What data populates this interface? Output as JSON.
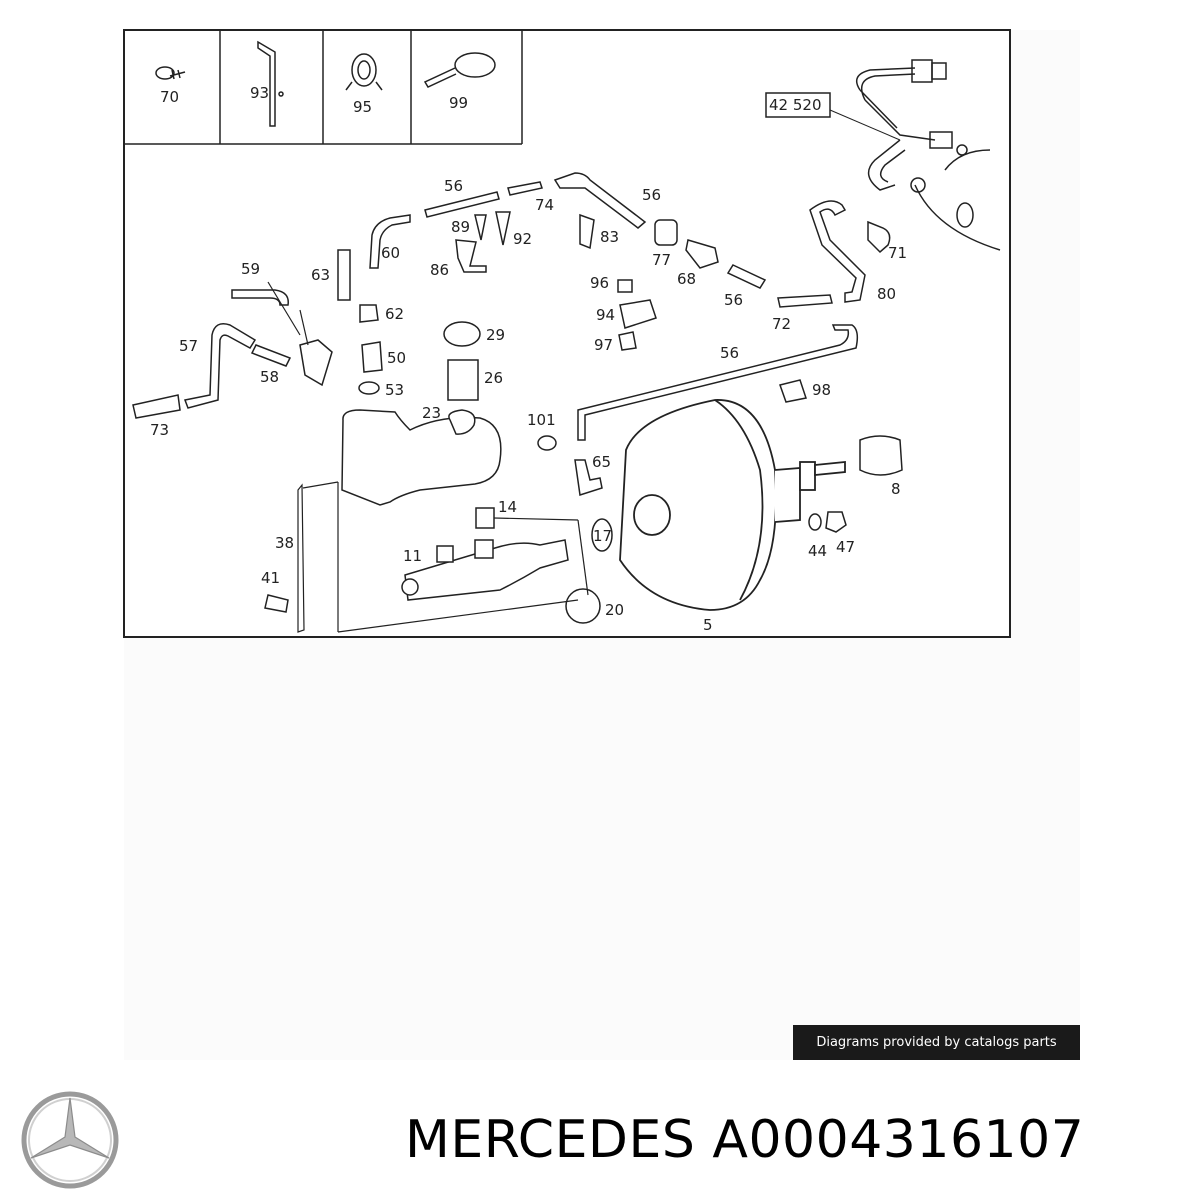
{
  "diagram": {
    "callouts": [
      "70",
      "93",
      "95",
      "99",
      "42 520",
      "56",
      "74",
      "56",
      "89",
      "92",
      "83",
      "60",
      "63",
      "86",
      "77",
      "68",
      "59",
      "96",
      "71",
      "62",
      "94",
      "56",
      "80",
      "72",
      "57",
      "29",
      "50",
      "97",
      "56",
      "58",
      "26",
      "98",
      "73",
      "53",
      "23",
      "101",
      "65",
      "8",
      "17",
      "14",
      "38",
      "44",
      "47",
      "11",
      "41",
      "20",
      "5"
    ]
  },
  "credit": "Diagrams provided by catalogs parts",
  "footer": {
    "brand": "MERCEDES",
    "part_number": "A0004316107"
  },
  "logo_icon": "mercedes-star-icon"
}
